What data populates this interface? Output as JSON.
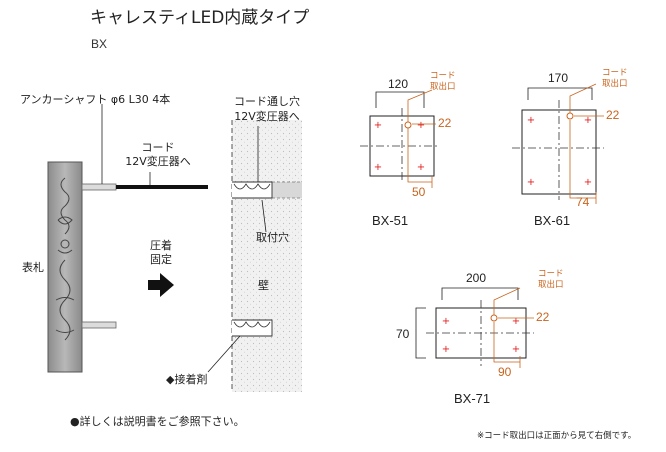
{
  "title": "キャレスティLED内蔵タイプ",
  "code": "BX",
  "side_diagram": {
    "anchor_label": "アンカーシャフト φ6 L30 4本",
    "cord_label_1": "コード",
    "cord_label_2": "12V変圧器へ",
    "hole_label_1": "コード通し穴",
    "hole_label_2": "12V変圧器へ",
    "plate_label": "表札",
    "press_label_1": "圧着",
    "press_label_2": "固定",
    "mount_hole_label": "取付穴",
    "wall_label": "壁",
    "adhesive_label": "◆接着剤"
  },
  "models": [
    {
      "name": "BX-51",
      "width": "120",
      "hole_offset": "22",
      "cord_offset": "50",
      "cord_label_1": "コード",
      "cord_label_2": "取出口"
    },
    {
      "name": "BX-61",
      "width": "170",
      "hole_offset": "22",
      "cord_offset": "74",
      "cord_label_1": "コード",
      "cord_label_2": "取出口"
    },
    {
      "name": "BX-71",
      "width": "200",
      "height": "70",
      "hole_offset": "22",
      "cord_offset": "90",
      "cord_label_1": "コード",
      "cord_label_2": "取出口"
    }
  ],
  "note": "●詳しくは説明書をご参照下さい。",
  "footnote": "※コード取出口は正面から見て右側です。",
  "colors": {
    "accent": "#c8641e",
    "marker": "#e02020",
    "line": "#222222"
  }
}
